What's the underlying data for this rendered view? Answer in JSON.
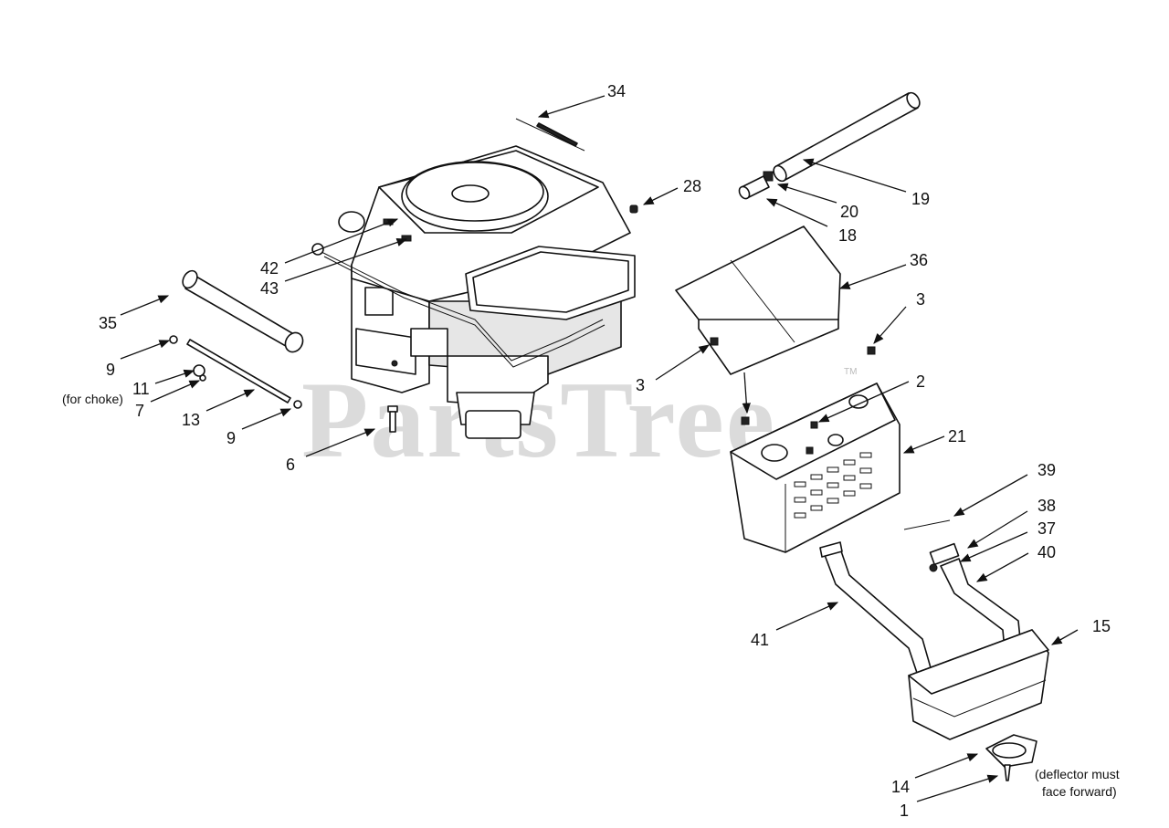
{
  "watermark": {
    "text": "PartsTree",
    "trademark": "TM"
  },
  "callouts": [
    {
      "id": "c34",
      "label": "34"
    },
    {
      "id": "c28",
      "label": "28"
    },
    {
      "id": "c19",
      "label": "19"
    },
    {
      "id": "c20",
      "label": "20"
    },
    {
      "id": "c18",
      "label": "18"
    },
    {
      "id": "c42",
      "label": "42"
    },
    {
      "id": "c43",
      "label": "43"
    },
    {
      "id": "c36",
      "label": "36"
    },
    {
      "id": "c35",
      "label": "35"
    },
    {
      "id": "c3a",
      "label": "3"
    },
    {
      "id": "c3b",
      "label": "3"
    },
    {
      "id": "c9a",
      "label": "9"
    },
    {
      "id": "c11",
      "label": "11"
    },
    {
      "id": "c7",
      "label": "7"
    },
    {
      "id": "c2",
      "label": "2"
    },
    {
      "id": "c13",
      "label": "13"
    },
    {
      "id": "c9b",
      "label": "9"
    },
    {
      "id": "c21",
      "label": "21"
    },
    {
      "id": "c6",
      "label": "6"
    },
    {
      "id": "c39",
      "label": "39"
    },
    {
      "id": "c38",
      "label": "38"
    },
    {
      "id": "c37",
      "label": "37"
    },
    {
      "id": "c40",
      "label": "40"
    },
    {
      "id": "c15",
      "label": "15"
    },
    {
      "id": "c41",
      "label": "41"
    },
    {
      "id": "c14",
      "label": "14"
    },
    {
      "id": "c1",
      "label": "1"
    }
  ],
  "notes": {
    "choke": "(for choke)",
    "deflector_line1": "(deflector must",
    "deflector_line2": "face forward)"
  }
}
